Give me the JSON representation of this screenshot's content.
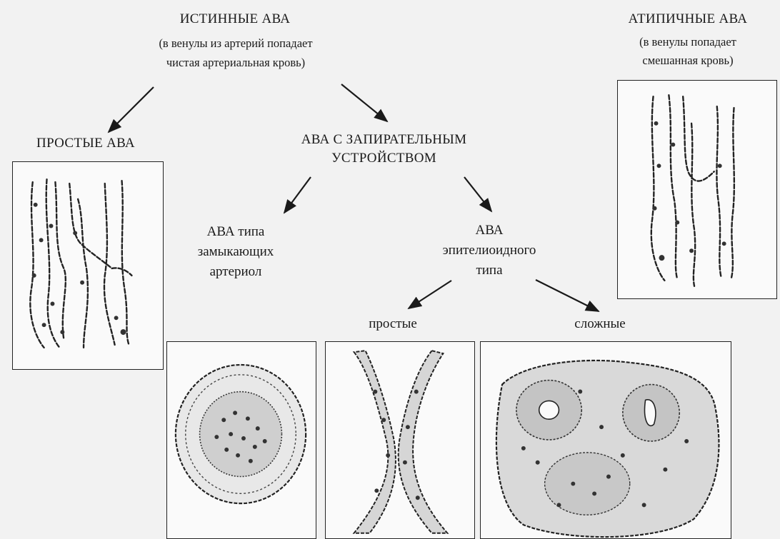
{
  "root": {
    "title": "ИСТИННЫЕ АВА",
    "desc_line1": "(в венулы из артерий попадает",
    "desc_line2": "чистая артериальная кровь)"
  },
  "atypical": {
    "title": "АТИПИЧНЫЕ АВА",
    "desc_line1": "(в венулы попадает",
    "desc_line2": "смешанная кровь)"
  },
  "simple_ava": {
    "title": "ПРОСТЫЕ АВА"
  },
  "locking_ava": {
    "line1": "АВА С ЗАПИРАТЕЛЬНЫМ",
    "line2": "УСТРОЙСТВОМ"
  },
  "closing_arterioles": {
    "line1": "АВА типа",
    "line2": "замыкающих",
    "line3": "артериол"
  },
  "epithelioid": {
    "line1": "АВА",
    "line2": "эпителиоидного",
    "line3": "типа"
  },
  "epithelioid_simple": {
    "label": "простые"
  },
  "epithelioid_complex": {
    "label": "сложные"
  },
  "colors": {
    "ink": "#1a1a1a",
    "paper": "#f2f2f2",
    "box": "#fafafa"
  }
}
